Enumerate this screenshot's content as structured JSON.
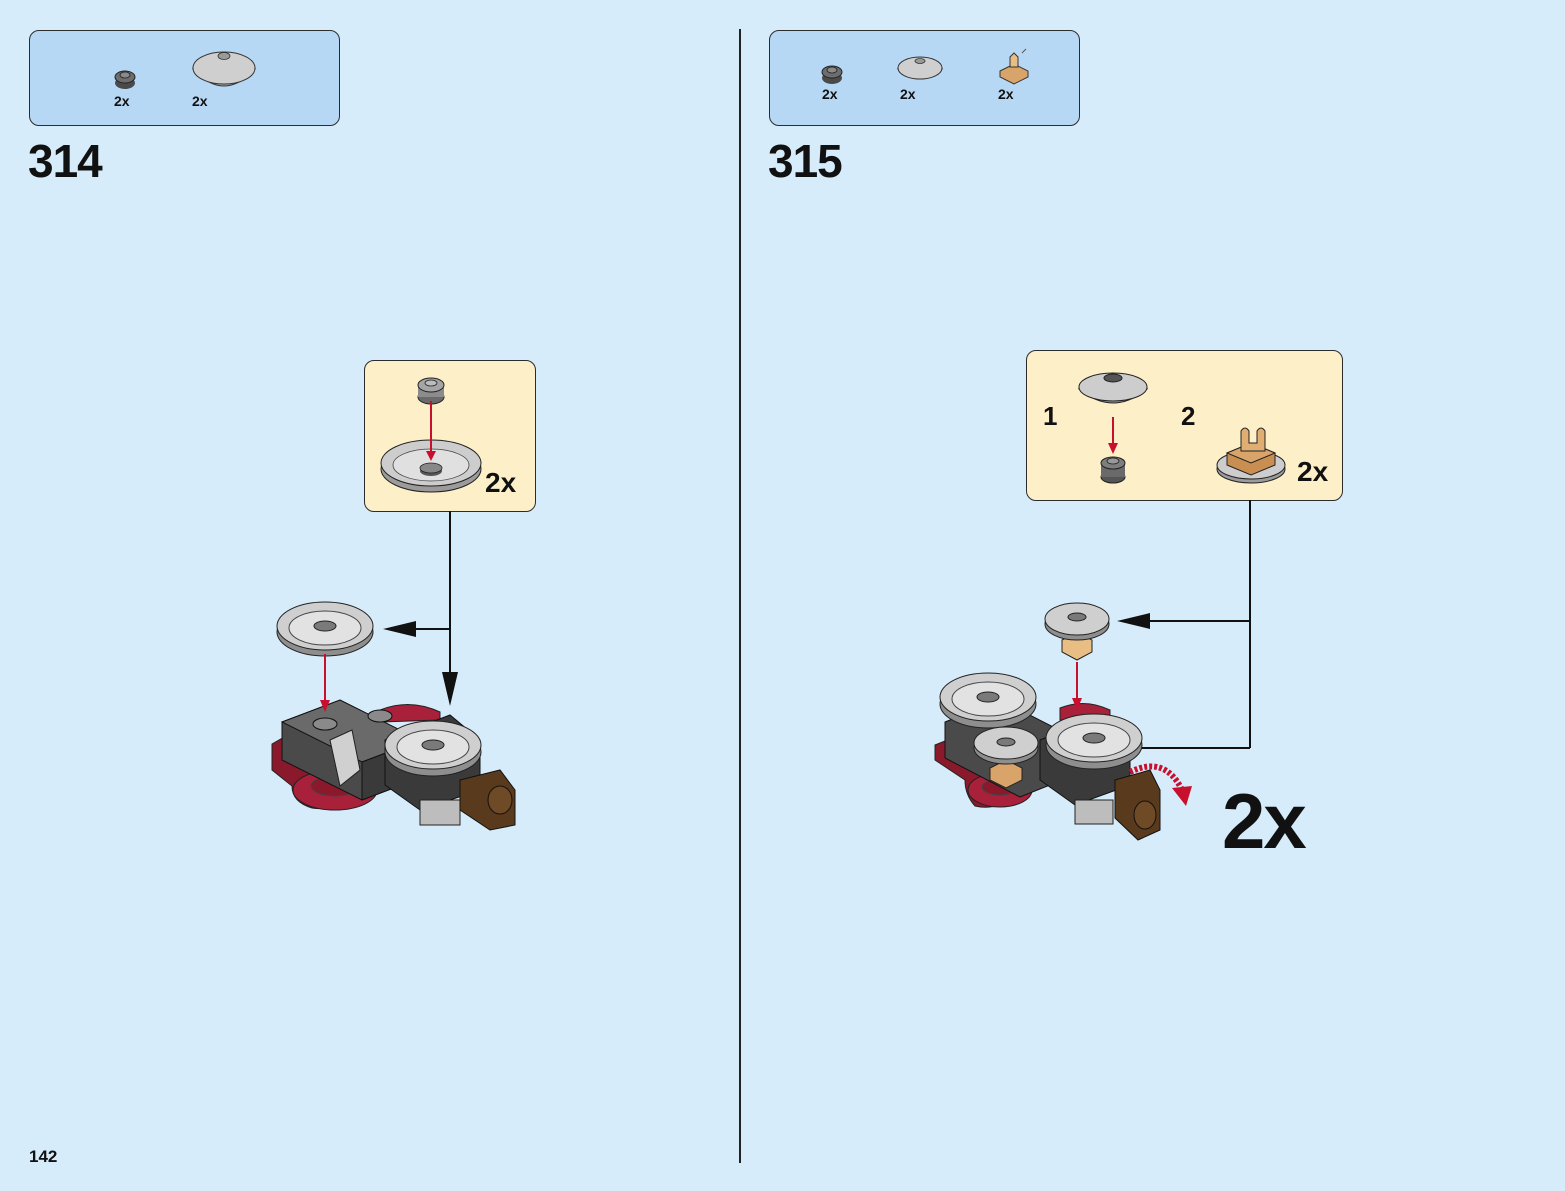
{
  "page": {
    "number": "142"
  },
  "steps": [
    {
      "number": "314",
      "parts": [
        {
          "icon": "round-plate-dark-gray-icon",
          "qty": "2x"
        },
        {
          "icon": "dish-light-gray-icon",
          "qty": "2x"
        }
      ],
      "subassembly": {
        "qty": "2x"
      }
    },
    {
      "number": "315",
      "parts": [
        {
          "icon": "round-plate-dark-gray-icon",
          "qty": "2x"
        },
        {
          "icon": "dish-light-gray-icon",
          "qty": "2x"
        },
        {
          "icon": "clip-tan-icon",
          "qty": "2x"
        }
      ],
      "subassembly": {
        "step1": "1",
        "step2": "2",
        "qty": "2x"
      },
      "build_qty": "2x"
    }
  ],
  "colors": {
    "background": "#d6ecfa",
    "parts_box": "#b7d8f4",
    "sub_box": "#fdf0c8",
    "arrow_red": "#c8102e",
    "dark_red": "#8a1a2b",
    "dark_gray": "#5b5b5b",
    "light_gray": "#c9c9c9",
    "tan": "#d9a46a",
    "brown": "#5a3a1c"
  }
}
